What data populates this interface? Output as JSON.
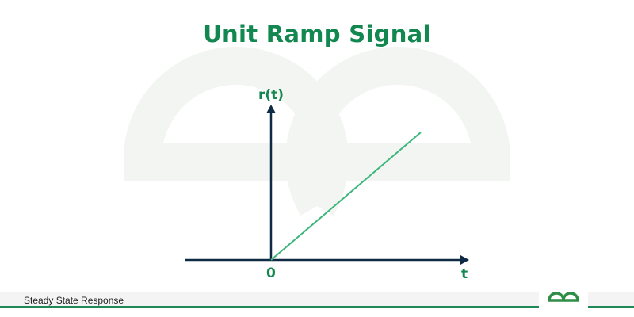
{
  "title": "Unit Ramp Signal",
  "diagram": {
    "y_axis_label": "r(t)",
    "x_axis_label": "t",
    "origin_label": "0",
    "signal": "ramp",
    "colors": {
      "axis": "#0f2a44",
      "ramp": "#3cb67b",
      "text": "#12874f"
    }
  },
  "footer": {
    "text": "Steady State Response",
    "logo": "GG"
  }
}
